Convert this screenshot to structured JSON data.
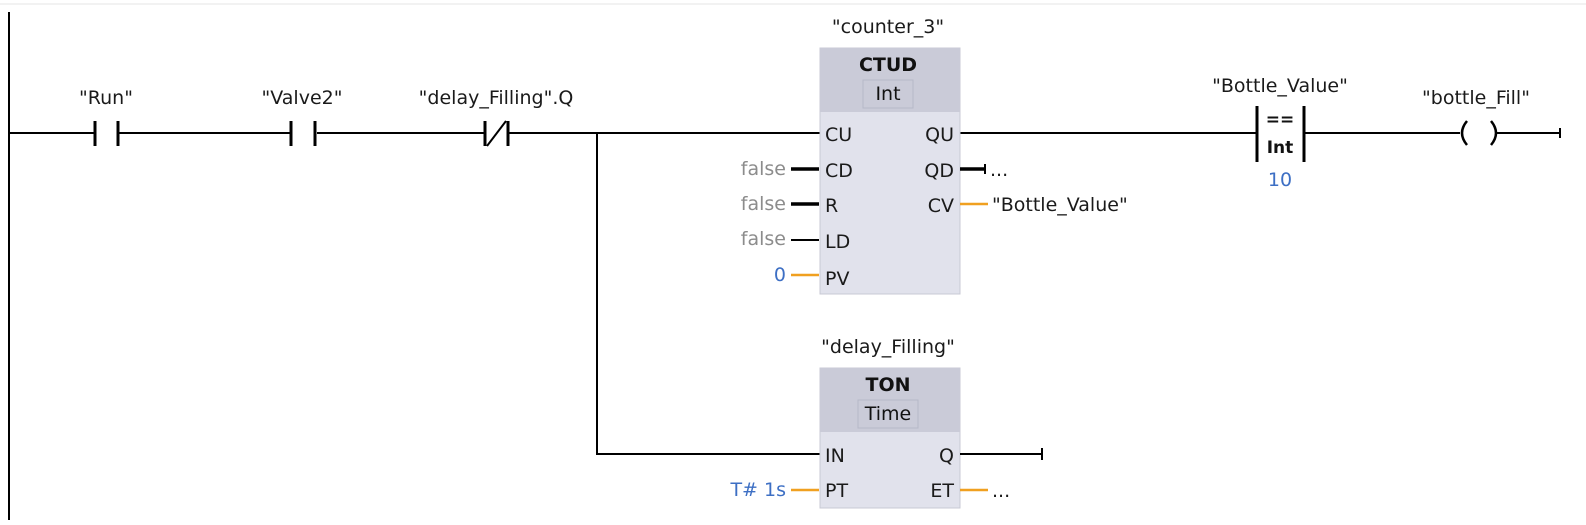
{
  "network": {
    "contacts": [
      {
        "tag": "\"Run\"",
        "kind": "NO"
      },
      {
        "tag": "\"Valve2\"",
        "kind": "NO"
      },
      {
        "tag": "\"delay_Filling\".Q",
        "kind": "NC"
      }
    ],
    "counter": {
      "instance": "\"counter_3\"",
      "type": "CTUD",
      "datatype": "Int",
      "inputs": [
        {
          "pin": "CU",
          "value": ""
        },
        {
          "pin": "CD",
          "value": "false"
        },
        {
          "pin": "R",
          "value": "false"
        },
        {
          "pin": "LD",
          "value": "false"
        },
        {
          "pin": "PV",
          "value": "0"
        }
      ],
      "outputs": [
        {
          "pin": "QU",
          "value": ""
        },
        {
          "pin": "QD",
          "value": "..."
        },
        {
          "pin": "CV",
          "value": "\"Bottle_Value\""
        }
      ]
    },
    "comparator": {
      "operand1": "\"Bottle_Value\"",
      "operator": "==",
      "datatype": "Int",
      "operand2": "10"
    },
    "coil": {
      "tag": "\"bottle_Fill\""
    },
    "timer": {
      "instance": "\"delay_Filling\"",
      "type": "TON",
      "datatype": "Time",
      "inputs": [
        {
          "pin": "IN",
          "value": ""
        },
        {
          "pin": "PT",
          "value": "T# 1s"
        }
      ],
      "outputs": [
        {
          "pin": "Q",
          "value": ""
        },
        {
          "pin": "ET",
          "value": "..."
        }
      ]
    }
  },
  "colors": {
    "wire": "#000000",
    "data_wire": "#f0a020",
    "constant_text": "#3d6fc4",
    "default_text": "#8c8c8c",
    "block_fill": "#e1e2ec",
    "block_header": "#cacbd8"
  }
}
